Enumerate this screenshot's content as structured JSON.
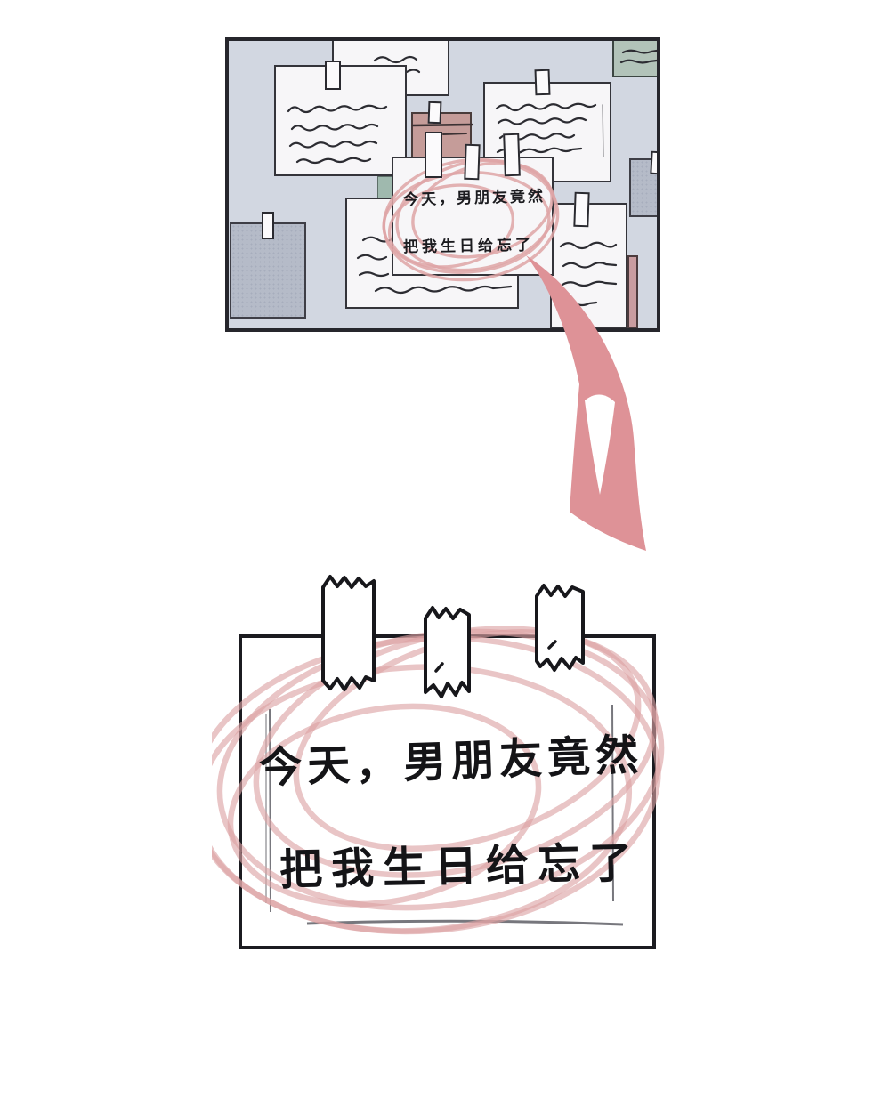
{
  "scene": {
    "type": "comic-panels",
    "background": "#ffffff",
    "description": "bulletin board with a circled note, arrow zooming to enlarged note"
  },
  "colors": {
    "board_background": "#d2d7e1",
    "panel_border": "#26262c",
    "note_white": "#f7f6f8",
    "note_mauve": "#c59c99",
    "note_green": "#b2c3b9",
    "note_gray": "#b5bbc8",
    "note_teal": "#9fb9ae",
    "strip_pink": "#c99ca0",
    "scribble_pink": "#dca1a3",
    "arrow_pink": "#de9297",
    "ink": "#1b1b1f"
  },
  "board": {
    "highlighted_note": {
      "line1": "今天，男朋友竟然",
      "line2": "把我生日给忘了",
      "tape_count": 3,
      "circled": true
    },
    "notes": [
      {
        "id": "top",
        "style": "white",
        "scribble_lines": 2
      },
      {
        "id": "top-right",
        "style": "green",
        "scribble_lines": 2
      },
      {
        "id": "center-back",
        "style": "mauve",
        "scribble_lines": 1
      },
      {
        "id": "left",
        "style": "white",
        "scribble_lines": 4
      },
      {
        "id": "right",
        "style": "white",
        "scribble_lines": 4
      },
      {
        "id": "right-edge",
        "style": "gray",
        "scribble_lines": 0
      },
      {
        "id": "bottom-left",
        "style": "gray",
        "scribble_lines": 0
      },
      {
        "id": "bottom-center",
        "style": "white",
        "scribble_lines": 4
      },
      {
        "id": "bottom-right",
        "style": "white",
        "scribble_lines": 4
      }
    ]
  },
  "arrow": {
    "meaning": "zoom into highlighted note",
    "direction": "down",
    "color": "#de9297"
  },
  "zoomed_note": {
    "line1": "今天，男朋友竟然",
    "line2": "把我生日给忘了",
    "tape_count": 3,
    "circled": true
  }
}
